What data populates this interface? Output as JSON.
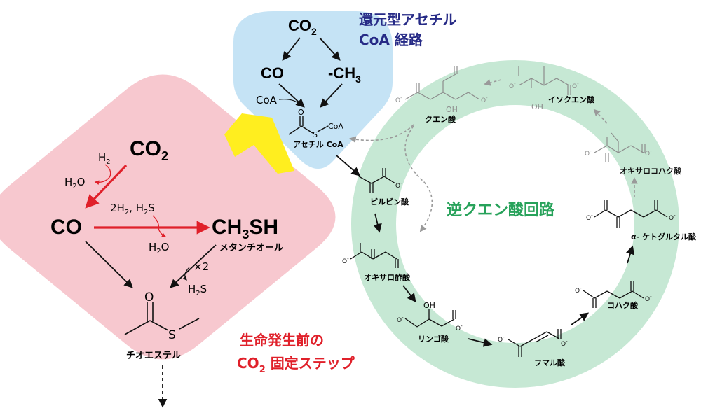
{
  "colors": {
    "pink_panel": "#f7c8cf",
    "blue_panel": "#c5e3f5",
    "green_ring": "#c6e8d4",
    "red_arrow": "#e0202a",
    "yellow_arrow": "#ffee1f",
    "dark_blue_title": "#262a86",
    "green_title": "#27a25a",
    "red_title": "#e0202a",
    "faded_molecule": "#8c8c8c"
  },
  "prebiotic": {
    "co2": "CO",
    "co2_sub": "2",
    "h2": "H",
    "h2_sub": "2",
    "h2o": "H",
    "h2o_sub": "2",
    "h2o_tail": "O",
    "co": "CO",
    "reagents_pre": "2H",
    "reagents_sub1": "2",
    "reagents_mid": ", H",
    "reagents_sub2": "2",
    "reagents_tail": "S",
    "h2o_b": "H",
    "h2o_b_sub": "2",
    "h2o_b_tail": "O",
    "ch3sh_a": "CH",
    "ch3sh_sub": "3",
    "ch3sh_b": "SH",
    "methanethiol": "メタンチオール",
    "times2": "×2",
    "h2s": "H",
    "h2s_sub": "2",
    "h2s_tail": "S",
    "thioester_o": "O",
    "thioester_s": "S",
    "thioester": "チオエステル",
    "title_line1": "生命発生前の",
    "title_line2_a": "CO",
    "title_line2_sub": "2",
    "title_line2_b": " 固定ステップ"
  },
  "acetyl_coa_pathway": {
    "title_line1": "還元型アセチル",
    "title_line2": "CoA 経路",
    "co2": "CO",
    "co2_sub": "2",
    "co": "CO",
    "ch3_a": "-CH",
    "ch3_sub": "3",
    "coa": "CoA",
    "acetyl_o": "O",
    "acetyl_s": "S",
    "acetyl_coa_small": "CoA",
    "acetyl_coa": "アセチル CoA"
  },
  "rtca": {
    "title": "逆クエン酸回路",
    "pyruvate": "ピルビン酸",
    "oxaloacetate": "オキサロ酢酸",
    "malate": "リンゴ酸",
    "fumarate": "フマル酸",
    "succinate": "コハク酸",
    "alpha_kg": "α- ケトグルタル酸",
    "oxalosuccinate": "オキサロコハク酸",
    "isocitrate": "イソクエン酸",
    "citrate": "クエン酸",
    "oh": "OH",
    "o_minus": "O",
    "minus": "-"
  }
}
